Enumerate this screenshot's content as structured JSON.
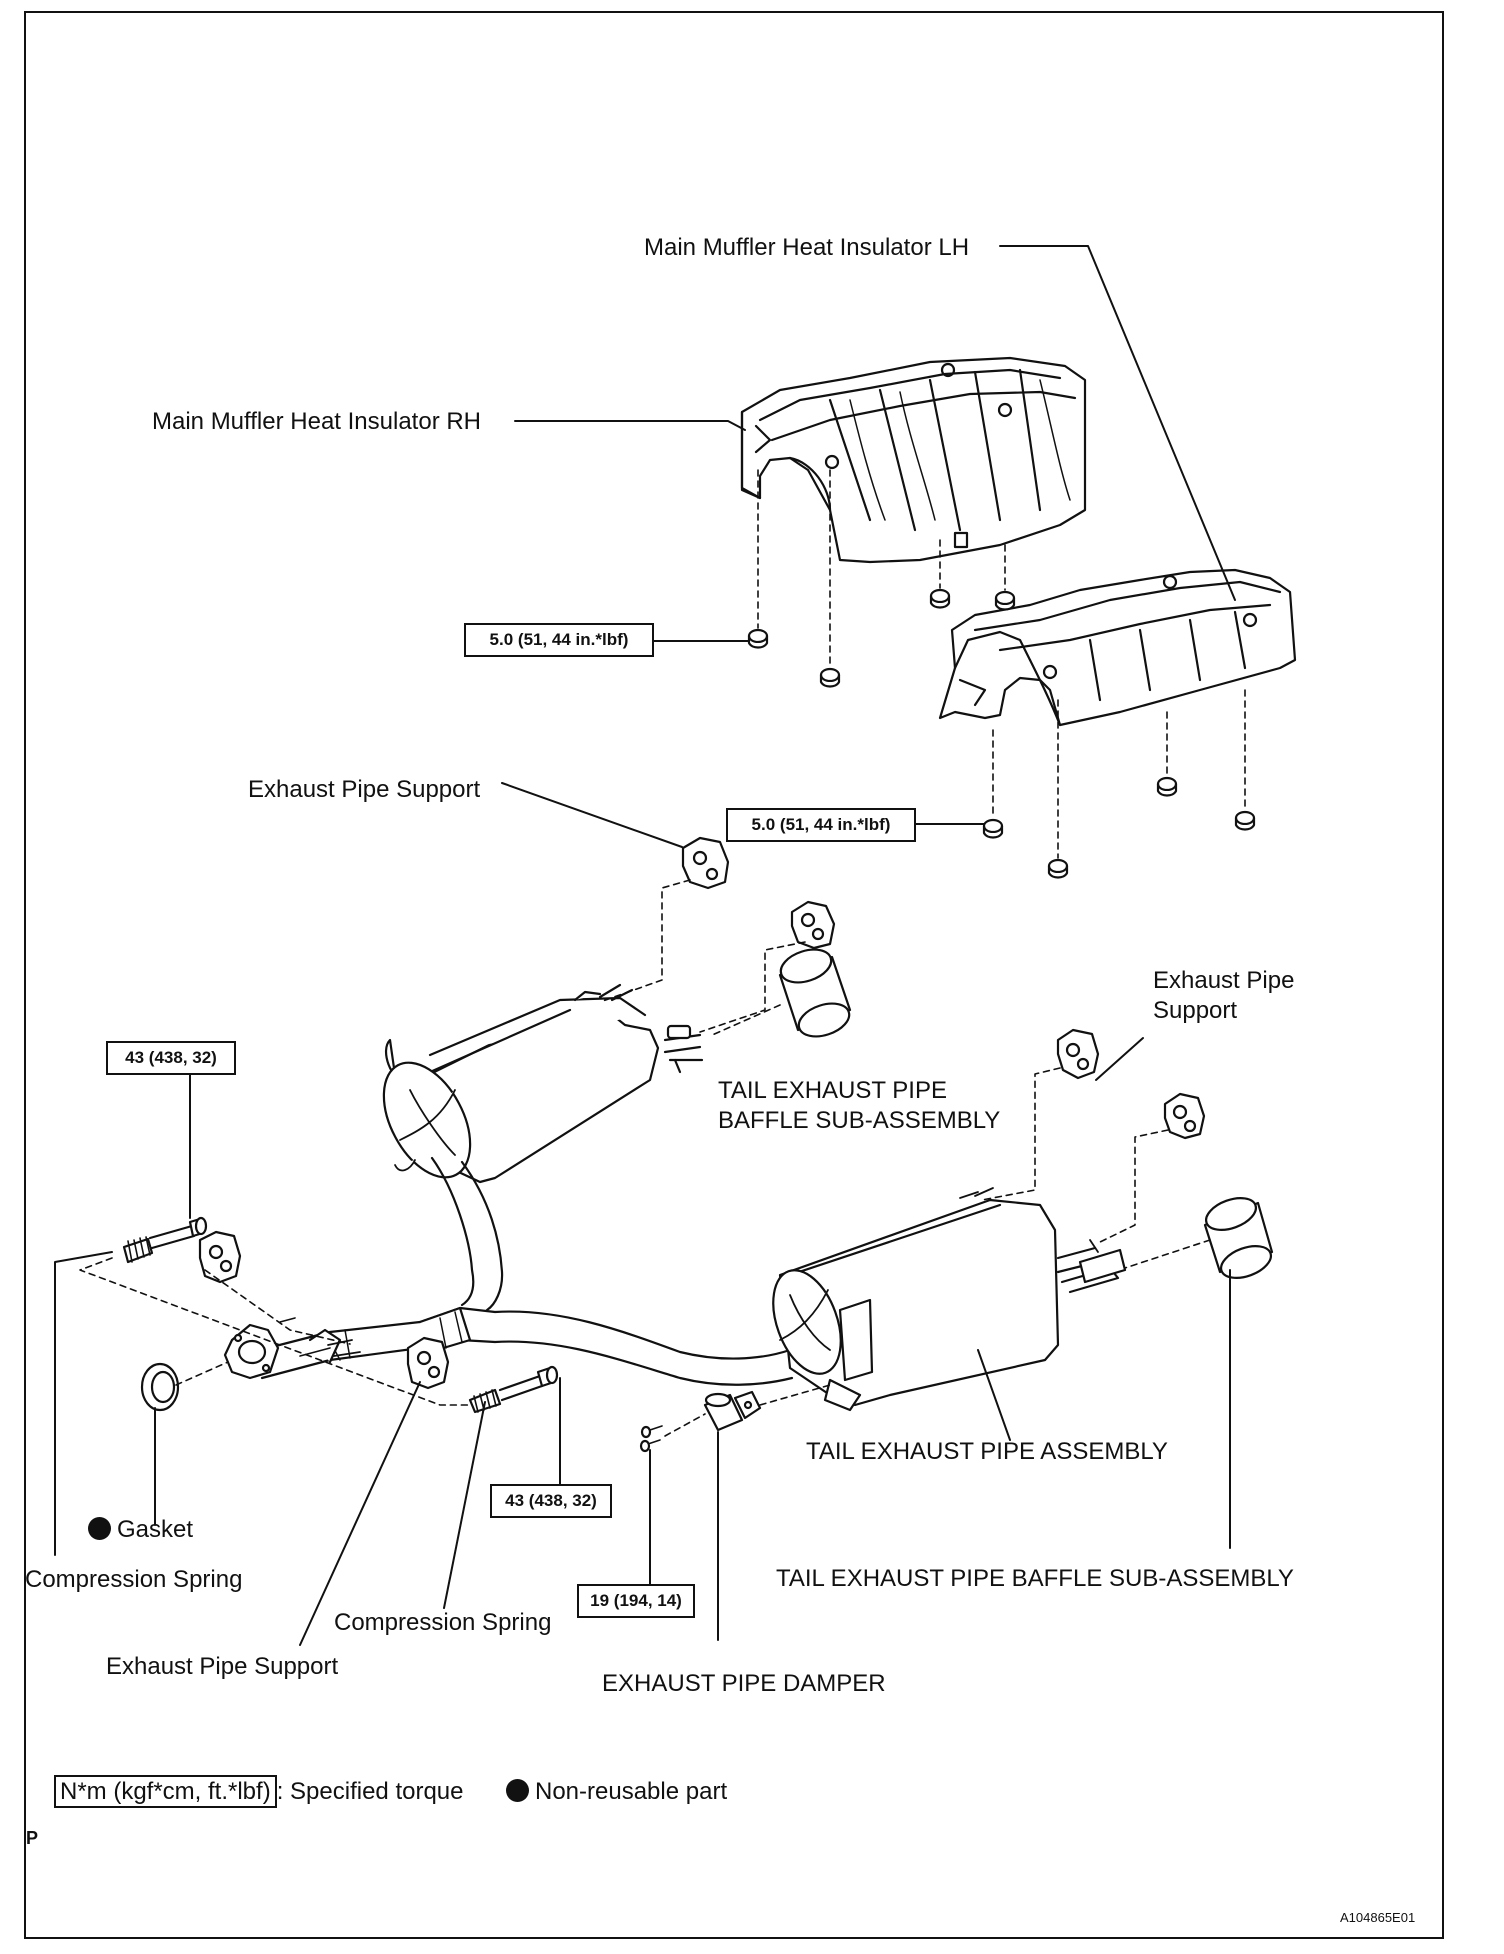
{
  "labels": {
    "insulator_lh": "Main Muffler Heat Insulator LH",
    "insulator_rh": "Main Muffler Heat Insulator RH",
    "support_upper": "Exhaust Pipe Support",
    "support_right": "Exhaust Pipe\nSupport",
    "baffle_upper": "TAIL EXHAUST PIPE\nBAFFLE SUB-ASSEMBLY",
    "tail_assembly": "TAIL EXHAUST PIPE ASSEMBLY",
    "baffle_lower": "TAIL EXHAUST PIPE BAFFLE SUB-ASSEMBLY",
    "damper": "EXHAUST PIPE DAMPER",
    "gasket": "Gasket",
    "spring_left": "Compression Spring",
    "spring_mid": "Compression Spring",
    "support_lower": "Exhaust Pipe Support"
  },
  "torques": {
    "insulator_rh": "5.0 (51, 44 in.*lbf)",
    "insulator_lh": "5.0 (51, 44 in.*lbf)",
    "bolt_left": "43 (438, 32)",
    "bolt_mid": "43 (438, 32)",
    "damper_bolt": "19 (194, 14)"
  },
  "legend": {
    "torque_key": "N*m (kgf*cm, ft.*lbf)",
    "torque_desc": ": Specified torque",
    "nonreusable": "Non-reusable part"
  },
  "page_mark": "P",
  "figure_id": "A104865E01",
  "icons": [
    "non-reusable-dot-icon"
  ]
}
